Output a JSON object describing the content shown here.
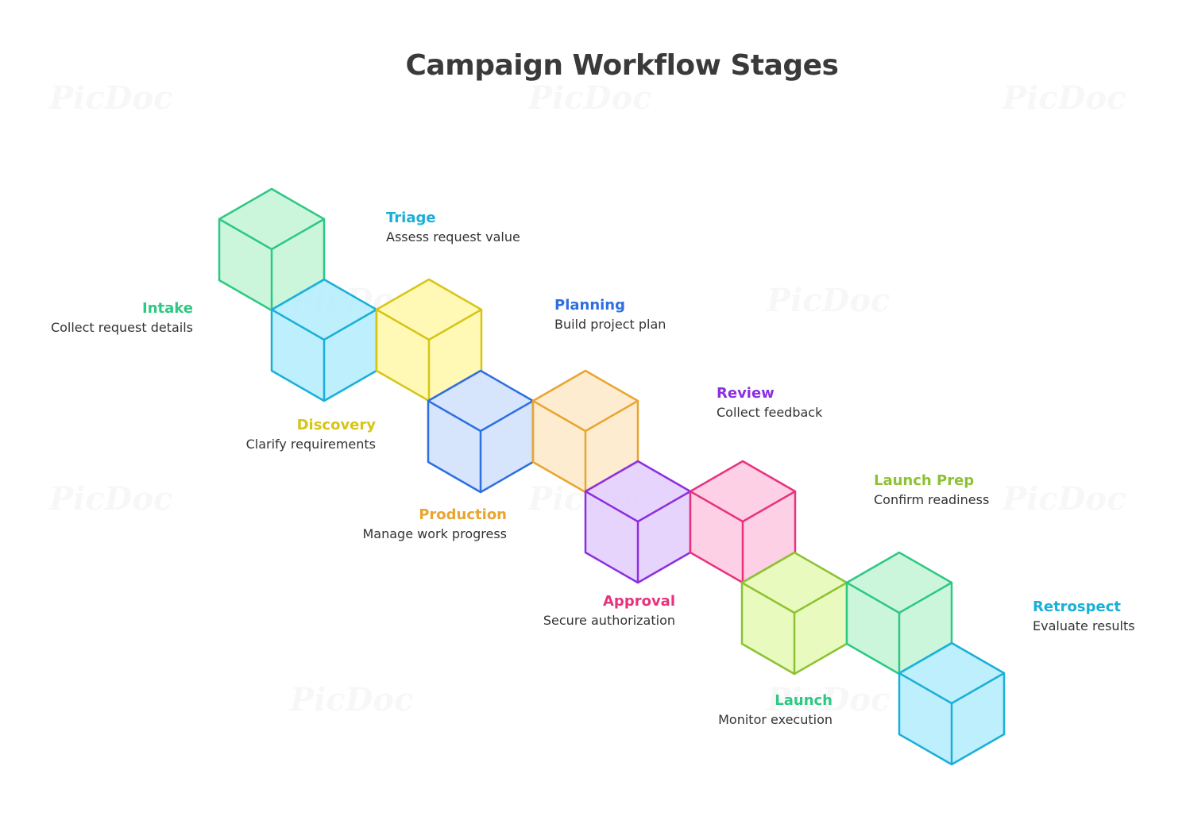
{
  "title": "Campaign Workflow Stages",
  "watermark": "PicDoc",
  "stages": [
    {
      "name": "Intake",
      "desc": "Collect request details",
      "color": "#2dc883",
      "fill": "#c2f5d6"
    },
    {
      "name": "Triage",
      "desc": "Assess request value",
      "color": "#1aafd8",
      "fill": "#b3ecfb"
    },
    {
      "name": "Discovery",
      "desc": "Clarify requirements",
      "color": "#d6c517",
      "fill": "#fff8a8"
    },
    {
      "name": "Planning",
      "desc": "Build project plan",
      "color": "#2e6fe0",
      "fill": "#cfdffb"
    },
    {
      "name": "Production",
      "desc": "Manage work progress",
      "color": "#e8a530",
      "fill": "#fde9c7"
    },
    {
      "name": "Review",
      "desc": "Collect feedback",
      "color": "#8c2fe0",
      "fill": "#e3ccfb"
    },
    {
      "name": "Approval",
      "desc": "Secure authorization",
      "color": "#e8327d",
      "fill": "#fdc8e1"
    },
    {
      "name": "Launch Prep",
      "desc": "Confirm readiness",
      "color": "#8cc232",
      "fill": "#e4f9b3"
    },
    {
      "name": "Launch",
      "desc": "Monitor execution",
      "color": "#2dc883",
      "fill": "#c2f5d6"
    },
    {
      "name": "Retrospect",
      "desc": "Evaluate results",
      "color": "#1aafd8",
      "fill": "#b3ecfb"
    }
  ]
}
